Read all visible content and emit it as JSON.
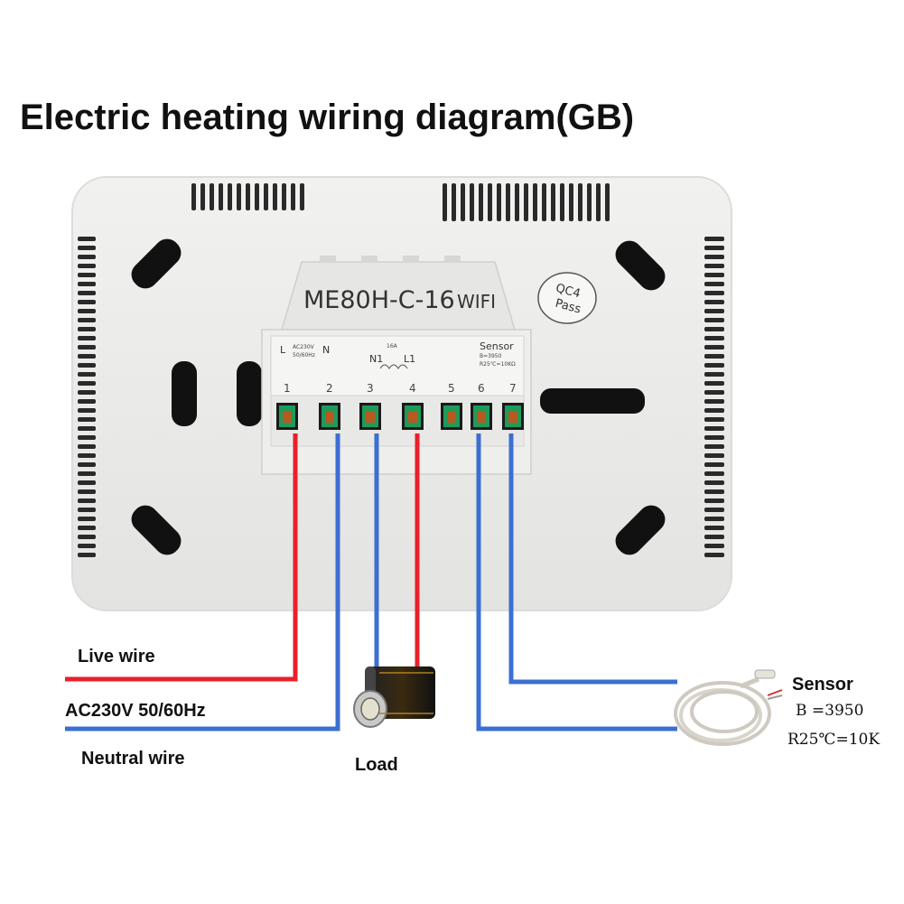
{
  "title": "Electric heating wiring diagram(GB)",
  "device": {
    "model": "ME80H-C-16",
    "model_suffix": "WIFI",
    "badge_line1": "QC4",
    "badge_line2": "Pass",
    "terminal_labels": {
      "l": "L",
      "n": "N",
      "ac_spec_1": "AC230V",
      "ac_spec_2": "50/60Hz",
      "rating": "16A",
      "n1": "N1",
      "l1": "L1",
      "sensor": "Sensor",
      "sensor_spec_1": "B=3950",
      "sensor_spec_2": "R25℃=10KΩ"
    },
    "terminals": [
      "1",
      "2",
      "3",
      "4",
      "5",
      "6",
      "7"
    ]
  },
  "labels": {
    "live_wire": "Live wire",
    "supply": "AC230V 50/60Hz",
    "neutral_wire": "Neutral wire",
    "load": "Load",
    "sensor": "Sensor",
    "sensor_b": "B =3950",
    "sensor_r": "R25℃=10K"
  },
  "colors": {
    "live": "#e8202a",
    "neutral": "#3b6fd1",
    "terminal_green": "#1e9a5a",
    "housing": "#ededeb"
  }
}
